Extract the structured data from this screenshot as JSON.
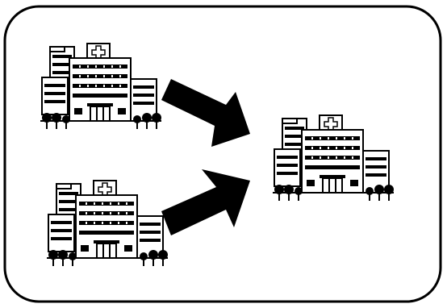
{
  "diagram": {
    "type": "hospital-merger",
    "nodes": [
      {
        "id": "hospital-top-left",
        "icon": "hospital-building-icon",
        "role": "source"
      },
      {
        "id": "hospital-bottom-left",
        "icon": "hospital-building-icon",
        "role": "source"
      },
      {
        "id": "hospital-merged",
        "icon": "hospital-building-icon",
        "role": "target"
      }
    ],
    "edges": [
      {
        "from": "hospital-top-left",
        "to": "hospital-merged",
        "icon": "arrow-icon"
      },
      {
        "from": "hospital-bottom-left",
        "to": "hospital-merged",
        "icon": "arrow-icon"
      }
    ],
    "colors": {
      "ink": "#000000",
      "paper": "#ffffff"
    }
  }
}
